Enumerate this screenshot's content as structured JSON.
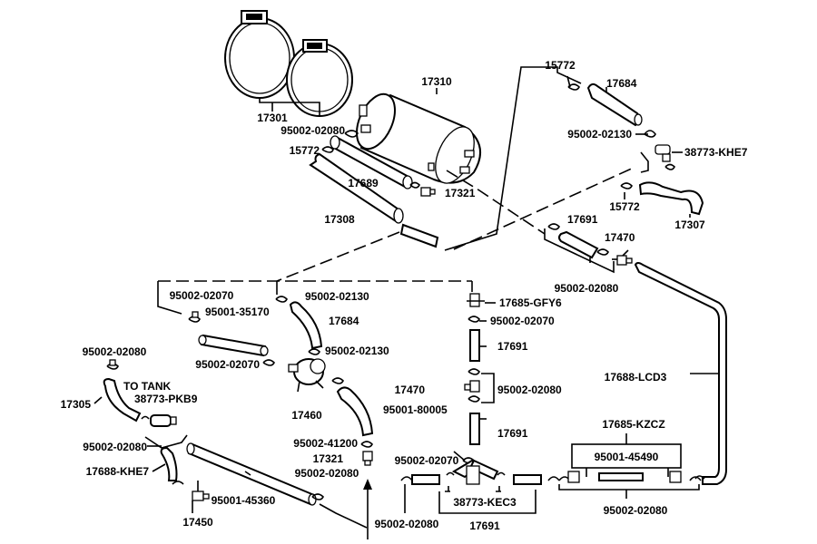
{
  "diagram": {
    "labels": {
      "p17301": "17301",
      "p17310": "17310",
      "p15772a": "15772",
      "p17684a": "17684",
      "p95002_02080a": "95002-02080",
      "p95002_02130a": "95002-02130",
      "p38773_KHE7": "38773-KHE7",
      "p15772b": "15772",
      "p17689": "17689",
      "p17321a": "17321",
      "p17308": "17308",
      "p15772c": "15772",
      "p17307": "17307",
      "p17691a": "17691",
      "p17470a": "17470",
      "p95002_02080b": "95002-02080",
      "p95002_02070a": "95002-02070",
      "p95002_02130b": "95002-02130",
      "p17685_GFY6": "17685-GFY6",
      "p95001_35170": "95001-35170",
      "p17684b": "17684",
      "p95002_02070b": "95002-02070",
      "p95002_02080c": "95002-02080",
      "p95002_02130c": "95002-02130",
      "p17691b": "17691",
      "p95002_02070c": "95002-02070",
      "p17688_LCD3": "17688-LCD3",
      "p17305": "17305",
      "to_tank": "TO TANK",
      "p38773_PKB9": "38773-PKB9",
      "p17460": "17460",
      "p95001_80005": "95001-80005",
      "p17470b": "17470",
      "p95002_02080d": "95002-02080",
      "p17691c": "17691",
      "p17685_KZCZ": "17685-KZCZ",
      "p95002_02080e": "95002-02080",
      "p95002_41200": "95002-41200",
      "p17321b": "17321",
      "p95002_02080f": "95002-02080",
      "p95002_02070d": "95002-02070",
      "p95001_45490": "95001-45490",
      "p17688_KHE7": "17688-KHE7",
      "p95001_45360": "95001-45360",
      "p38773_KEC3": "38773-KEC3",
      "p95002_02080g": "95002-02080",
      "p17450": "17450",
      "p95002_02080h": "95002-02080",
      "p17691d": "17691"
    }
  }
}
